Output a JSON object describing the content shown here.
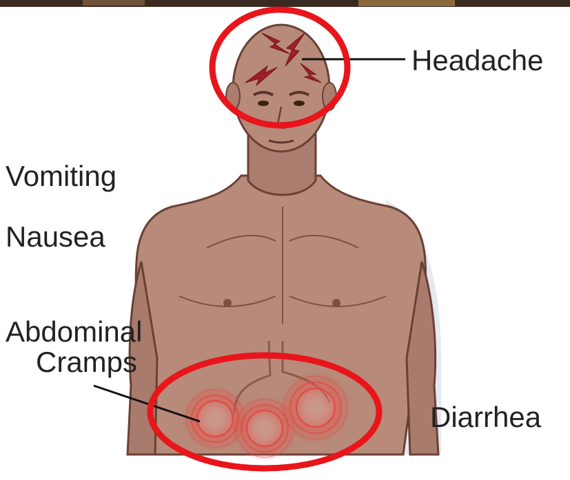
{
  "labels": {
    "headache": "Headache",
    "vomiting": "Vomiting",
    "nausea": "Nausea",
    "abdominal_line1": "Abdominal",
    "abdominal_line2": "Cramps",
    "diarrhea": "Diarrhea"
  },
  "colors": {
    "skin": "#b88a7a",
    "skin_shade": "#9c6e62",
    "outline": "#6b4034",
    "highlight_circle": "#e8151b",
    "cramp_glow": "#e0453f",
    "lightning": "#a01f2a",
    "label_text": "#222222",
    "shadow": "#d9dde8",
    "top_strip": "#3a2a20"
  },
  "icons": [
    "lightning-bolt-icon",
    "cramp-burst-icon"
  ]
}
